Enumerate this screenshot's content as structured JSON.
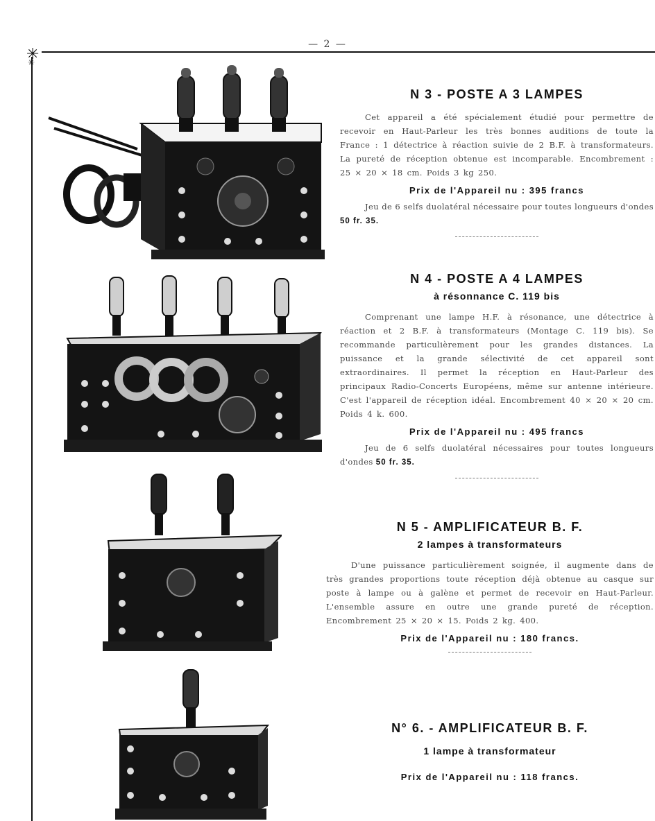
{
  "page": {
    "number": "— 2 —"
  },
  "items": [
    {
      "title": "N 3 - POSTE A 3 LAMPES",
      "subtitle": "",
      "description": "Cet appareil a été spécialement étudié pour permettre de recevoir en Haut-Parleur les très bonnes auditions de toute la France : 1 détectrice à réaction suivie de 2 B.F. à transformateurs. La pureté de réception obtenue est incomparable. Encombrement : 25 × 20 × 18 cm. Poids 3 kg 250.",
      "price": "Prix de l'Appareil nu : 395 francs",
      "note_text": "Jeu de 6 selfs duolatéral nécessaire pour toutes longueurs d'ondes",
      "note_price": "50 fr. 35."
    },
    {
      "title": "N 4 - POSTE A 4 LAMPES",
      "subtitle": "à résonnance C. 119 bis",
      "description": "Comprenant une lampe H.F. à résonance, une détectrice à réaction et 2 B.F. à transformateurs (Montage C. 119 bis). Se recommande particulièrement pour les grandes distances. La puissance et la grande sélectivité de cet appareil sont extraordinaires. Il permet la réception en Haut-Parleur des principaux Radio-Concerts Européens, même sur antenne intérieure. C'est l'appareil de réception idéal. Encombrement 40 × 20 × 20 cm. Poids 4 k. 600.",
      "price": "Prix de l'Appareil nu : 495 francs",
      "note_text": "Jeu de 6 selfs duolatéral nécessaires pour toutes longueurs d'ondes",
      "note_price": "50 fr. 35."
    },
    {
      "title": "N 5 - AMPLIFICATEUR B. F.",
      "subtitle": "2 lampes à transformateurs",
      "description": "D'une puissance particulièrement soignée, il augmente dans de très grandes proportions toute réception déjà obtenue au casque sur poste à lampe ou à galène et permet de recevoir en Haut-Parleur. L'ensemble assure en outre une grande pureté de réception. Encombrement 25 × 20 × 15. Poids 2 kg. 400.",
      "price": "Prix de l'Appareil nu : 180 francs.",
      "note_text": "",
      "note_price": ""
    },
    {
      "title": "N° 6. - AMPLIFICATEUR B. F.",
      "subtitle": "1 lampe à transformateur",
      "description": "",
      "price": "Prix de l'Appareil nu : 118 francs.",
      "note_text": "",
      "note_price": ""
    }
  ]
}
